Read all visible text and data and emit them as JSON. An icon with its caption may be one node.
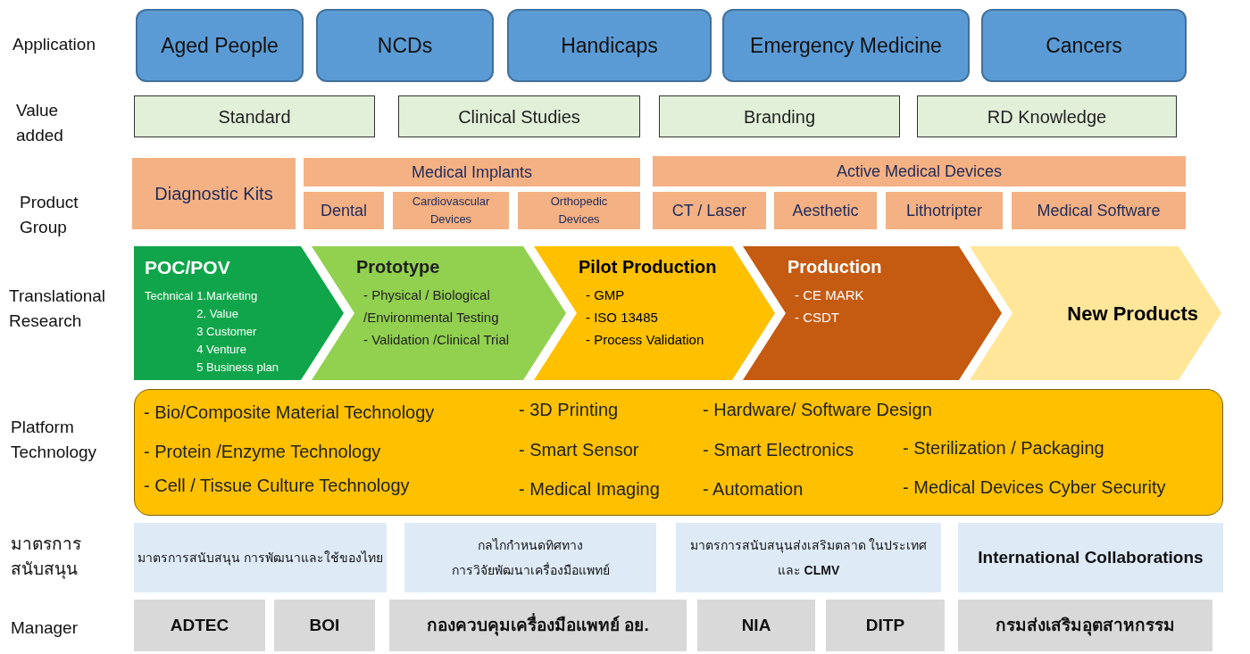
{
  "diagram": {
    "nodes": [
      {
        "text": [
          "Aged People"
        ]
      },
      {
        "text": [
          "NCDs"
        ]
      },
      {
        "text": [
          "Handicaps"
        ]
      },
      {
        "text": [
          "Emergency Medicine"
        ]
      },
      {
        "text": [
          "Cancers"
        ]
      },
      {
        "text": [
          "Standard"
        ]
      },
      {
        "text": [
          "Clinical Studies"
        ]
      },
      {
        "text": [
          "Branding"
        ]
      },
      {
        "text": [
          "RD Knowledge"
        ]
      },
      {
        "text": [
          "Diagnostic Kits"
        ]
      },
      {
        "text": [
          "Medical Implants"
        ]
      },
      {
        "text": [
          "Dental"
        ]
      },
      {
        "text": [
          "Cardiovascular Devices"
        ]
      },
      {
        "text": [
          "Orthopedic Devices"
        ]
      },
      {
        "text": [
          "Active Medical Devices"
        ]
      },
      {
        "text": [
          "CT / Laser"
        ]
      },
      {
        "text": [
          "Aesthetic"
        ]
      },
      {
        "text": [
          "Lithotripter"
        ]
      },
      {
        "text": [
          "Medical Software"
        ]
      },
      {
        "text": [
          "POC/POV",
          "Technical",
          "1.Marketing",
          "2. Value",
          "3 Customer",
          "4 Venture",
          "5 Business plan"
        ]
      },
      {
        "text": [
          "Prototype",
          "- Physical / Biological /Environmental  Testing",
          "- Validation /Clinical Trial"
        ]
      },
      {
        "text": [
          "Pilot Production",
          "- GMP",
          "- ISO 13485",
          "- Process Validation"
        ]
      },
      {
        "text": [
          "Production",
          "- CE MARK",
          "- CSDT"
        ]
      },
      {
        "text": [
          "New Products"
        ]
      },
      {
        "text": [
          "- Bio/Composite Material Technology",
          "- 3D Printing",
          "- Hardware/ Software Design",
          "- Protein /Enzyme Technology",
          "- Smart Sensor",
          "- Smart Electronics",
          "- Sterilization / Packaging",
          "- Cell / Tissue Culture Technology",
          "- Medical Imaging",
          "- Automation",
          "- Medical Devices Cyber Security"
        ]
      },
      {
        "text": [
          "มาตรการสนับสนุน การพัฒนาและใช้ของไทย"
        ]
      },
      {
        "text": [
          "กลไกกำหนดทิศทาง การวิจัยพัฒนาเครื่องมือแพทย์"
        ]
      },
      {
        "text": [
          "มาตรการสนับสนุนส่งเสริมตลาด ในประเทศ และ **CLMV**"
        ]
      },
      {
        "text": [
          "International Collaborations"
        ]
      },
      {
        "text": [
          "ADTEC"
        ]
      },
      {
        "text": [
          "BOI"
        ]
      },
      {
        "text": [
          "กองควบคุมเครื่องมือแพทย์ อย."
        ]
      },
      {
        "text": [
          "NIA"
        ]
      },
      {
        "text": [
          "DITP"
        ]
      },
      {
        "text": [
          "กรมส่งเสริมอุตสาหกรรม"
        ]
      }
    ],
    "labels": [
      "Application",
      "Value added",
      "Product Group",
      "Translational Research",
      "Platform Technology",
      "มาตรการ สนับสนุน",
      "Manager"
    ]
  }
}
